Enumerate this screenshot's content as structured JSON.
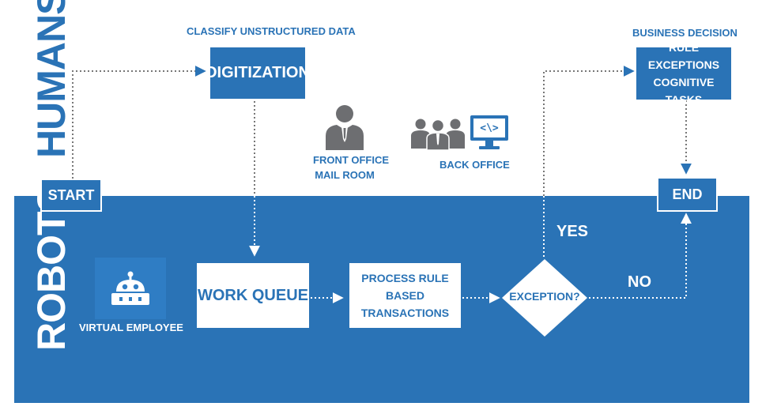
{
  "lanes": {
    "humans": "HUMANS",
    "robots": "ROBOTS"
  },
  "nodes": {
    "start": "START",
    "digitization": "DIGITIZATION",
    "digitization_caption": "CLASSIFY UNSTRUCTURED DATA",
    "work_queue": "WORK QUEUE",
    "process_line1": "PROCESS RULE BASED",
    "process_line2": "TRANSACTIONS",
    "exception": "EXCEPTION?",
    "rule_line1": "RULE EXCEPTIONS",
    "rule_line2": "COGNITIVE TASKS",
    "business_decision": "BUSINESS DECISION",
    "end": "END",
    "yes": "YES",
    "no": "NO"
  },
  "icons": {
    "front_office_line1": "FRONT OFFICE",
    "front_office_line2": "MAIL ROOM",
    "back_office": "BACK OFFICE",
    "virtual_employee": "VIRTUAL EMPLOYEE",
    "back_office_screen": "<\\>"
  },
  "colors": {
    "brand_blue": "#2a73b6",
    "white": "#ffffff",
    "icon_gray": "#6d6e71"
  }
}
